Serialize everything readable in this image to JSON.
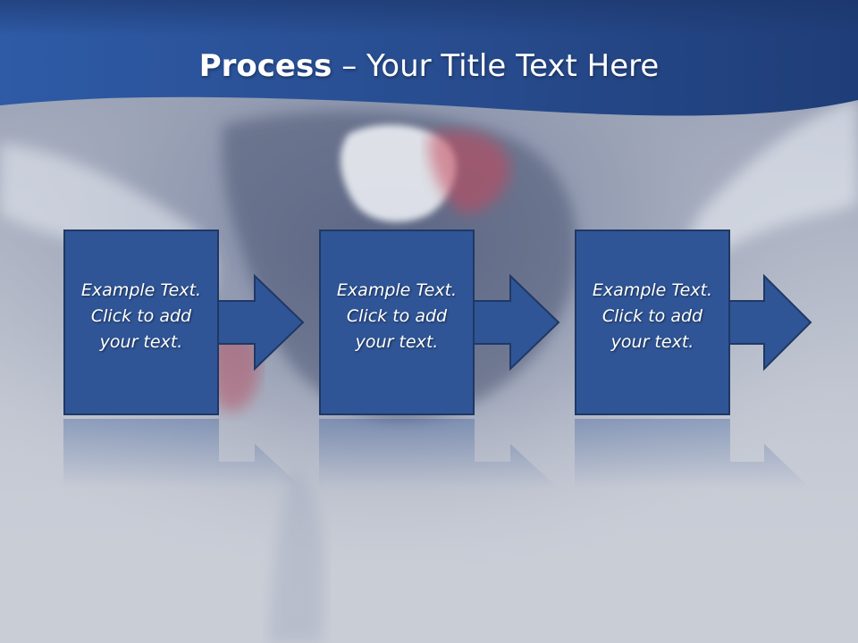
{
  "slide": {
    "title_bold": "Process",
    "title_rest": " – Your Title Text Here"
  },
  "steps": [
    {
      "lines": [
        "Example Text.",
        "Click  to add",
        "your text."
      ]
    },
    {
      "lines": [
        "Example Text.",
        "Click  to add",
        "your text."
      ]
    },
    {
      "lines": [
        "Example Text.",
        "Click  to add",
        "your text."
      ]
    }
  ],
  "colors": {
    "header_band": "#2a4f8f",
    "box_fill": "#2f5597",
    "box_stroke": "#1f3864",
    "background": "#c9cdd6",
    "text": "#ffffff"
  }
}
